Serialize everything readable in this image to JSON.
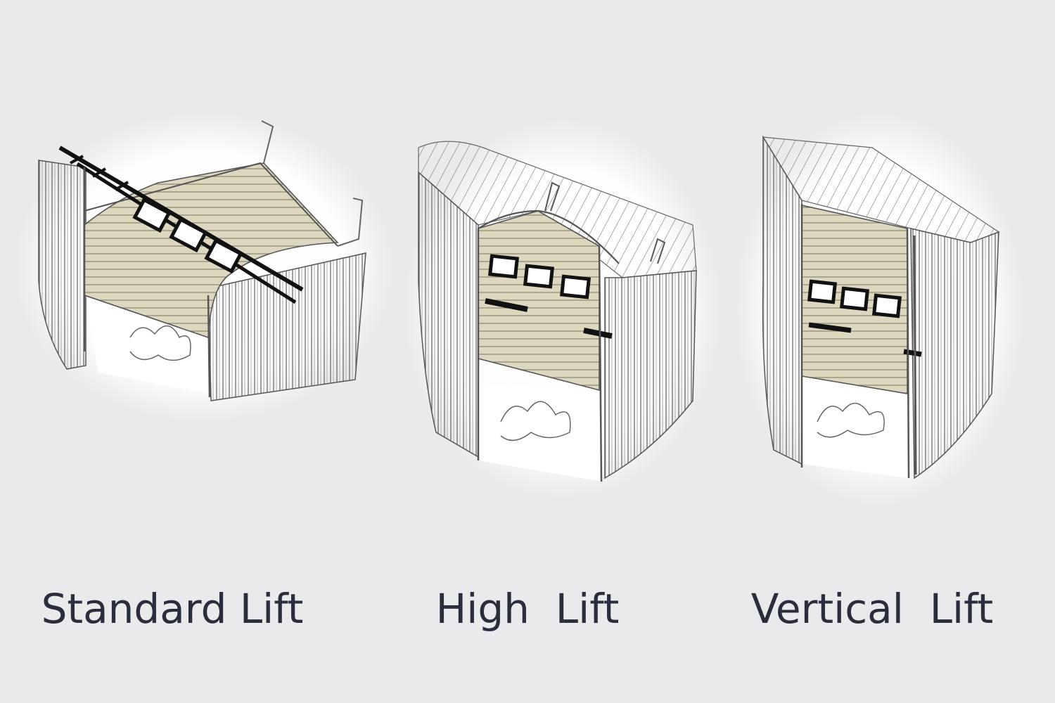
{
  "colors": {
    "background": "#e9eaec",
    "caption_text": "#2a2d3c",
    "door_panel": "#ddd7bf",
    "line": "#555555",
    "window_frame": "#111111"
  },
  "doors": [
    {
      "label": "Standard Lift",
      "icon": "standard-lift-door-icon"
    },
    {
      "label": "High  Lift",
      "icon": "high-lift-door-icon"
    },
    {
      "label": "Vertical  Lift",
      "icon": "vertical-lift-door-icon"
    }
  ]
}
